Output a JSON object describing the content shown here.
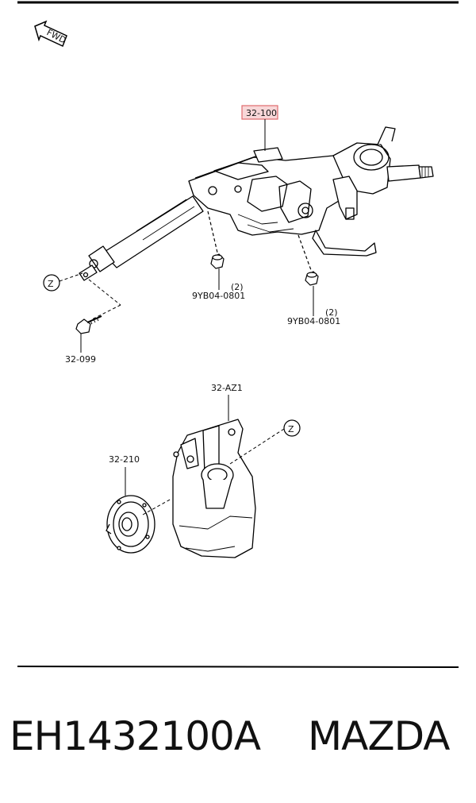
{
  "diagram": {
    "fwd_label": "FWD",
    "callouts": {
      "steering_column": "32-100",
      "bolt": "32-099",
      "nut_left": "9YB04-0801",
      "nut_left_qty": "(2)",
      "nut_right": "9YB04-0801",
      "nut_right_qty": "(2)",
      "boot_cover": "32-AZ1",
      "seal": "32-210",
      "ref_left": "Z",
      "ref_right": "Z"
    },
    "highlight_color": "#e8787a"
  },
  "caption": {
    "part_number": "EH1432100A",
    "brand": "MAZDA"
  }
}
